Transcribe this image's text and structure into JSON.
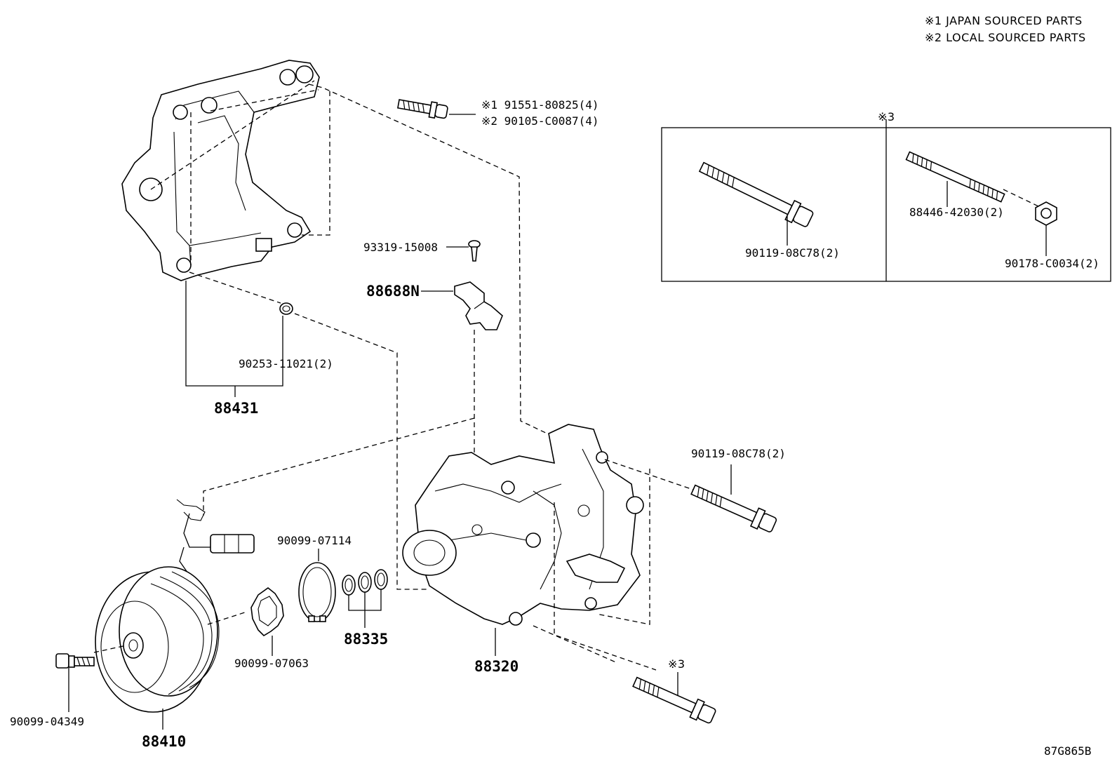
{
  "notes": {
    "japan": "※1 JAPAN SOURCED PARTS",
    "local": "※2 LOCAL SOURCED PARTS"
  },
  "inset": {
    "marker": "※3",
    "bolt_label": "90119-08C78(2)",
    "stud_label": "88446-42030(2)",
    "nut_label": "90178-C0034(2)"
  },
  "parts": {
    "bracket_bolt_jp": "※1 91551-80825(4)",
    "bracket_bolt_local": "※2 90105-C0087(4)",
    "screw": "93319-15008",
    "clip": "88688N",
    "dowel": "90253-11021(2)",
    "bracket": "88431",
    "mount_bolt": "90119-08C78(2)",
    "snap_ring_large": "90099-07114",
    "shim_set": "88335",
    "snap_ring_small": "90099-07063",
    "compressor": "88320",
    "lower_bolt_marker": "※3",
    "clutch_bolt": "90099-04349",
    "clutch": "88410"
  },
  "diagram_code": "87G865B"
}
